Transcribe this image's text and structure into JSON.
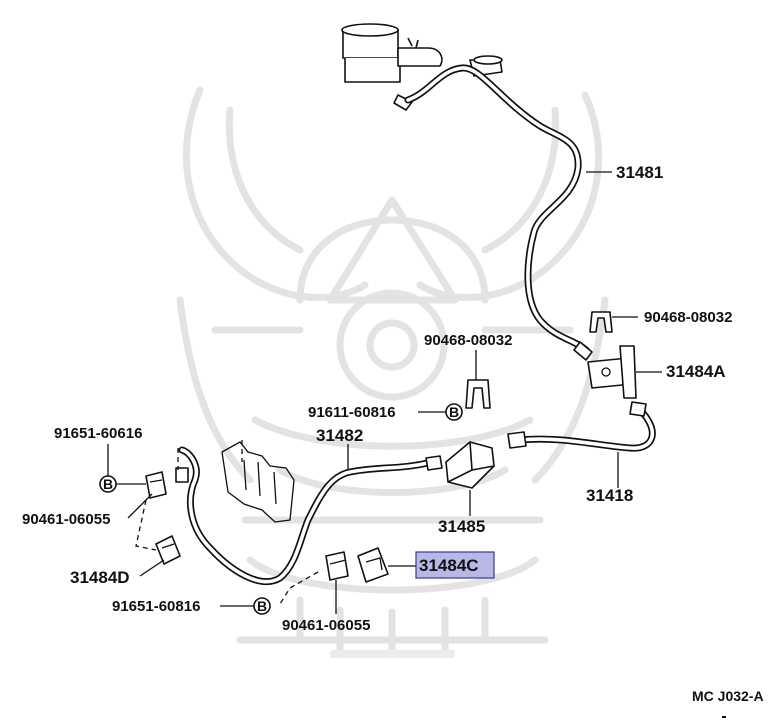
{
  "labels": {
    "p31481": "31481",
    "p31418": "31418",
    "p31482": "31482",
    "p31485": "31485",
    "p31484A": "31484A",
    "p31484C": "31484C",
    "p31484D": "31484D",
    "clip_right": "90468-08032",
    "clip_center": "90468-08032",
    "bolt_center": "91611-60816",
    "bolt_left_upper": "91651-60616",
    "clip_left": "90461-06055",
    "bolt_bottom": "91651-60816",
    "clip_bottom": "90461-06055",
    "bolt_symbol": "B"
  },
  "diagram_code": "MC J032-A",
  "highlight": {
    "label": "31484C",
    "color": "#b7b8e6"
  }
}
